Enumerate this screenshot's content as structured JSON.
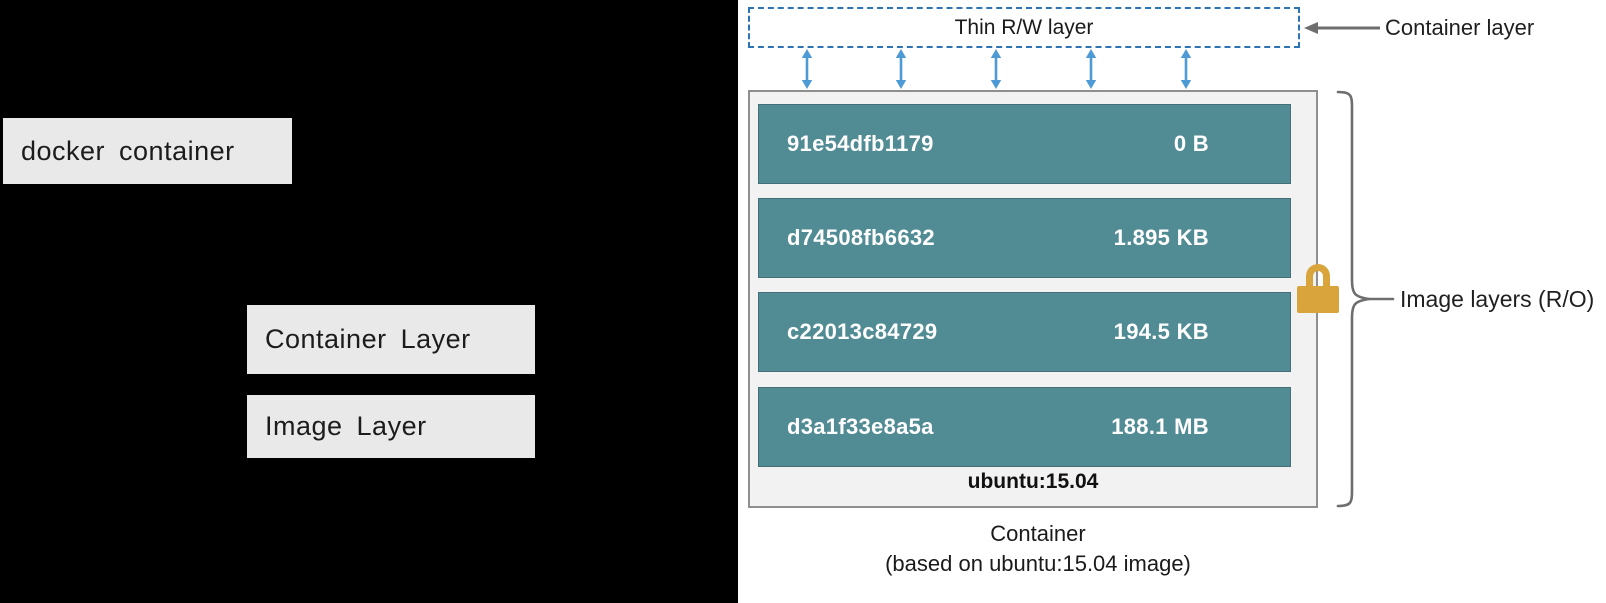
{
  "left_panel": {
    "labels": [
      {
        "text": "docker container"
      },
      {
        "text": "Container Layer"
      },
      {
        "text": "Image Layer"
      }
    ]
  },
  "diagram": {
    "thin_rw_label": "Thin R/W layer",
    "container_layer_label": "Container layer",
    "image_layers_label": "Image layers (R/O)",
    "base_image_label": "ubuntu:15.04",
    "caption_line1": "Container",
    "caption_line2": "(based on ubuntu:15.04 image)",
    "layers": [
      {
        "id": "91e54dfb1179",
        "size": "0 B"
      },
      {
        "id": "d74508fb6632",
        "size": "1.895 KB"
      },
      {
        "id": "c22013c84729",
        "size": "194.5 KB"
      },
      {
        "id": "d3a1f33e8a5a",
        "size": "188.1 MB"
      }
    ],
    "colors": {
      "layer_teal": "#518c95",
      "dashed_border_blue": "#2d74b5",
      "arrow_blue": "#4d9ad5",
      "lock_gold": "#d9a43c",
      "outer_box_bg": "#f2f2f2",
      "outer_box_border": "#8f8f8f",
      "annotation_gray": "#6e6e6e",
      "panel_label_bg": "#e9e9e9"
    }
  }
}
